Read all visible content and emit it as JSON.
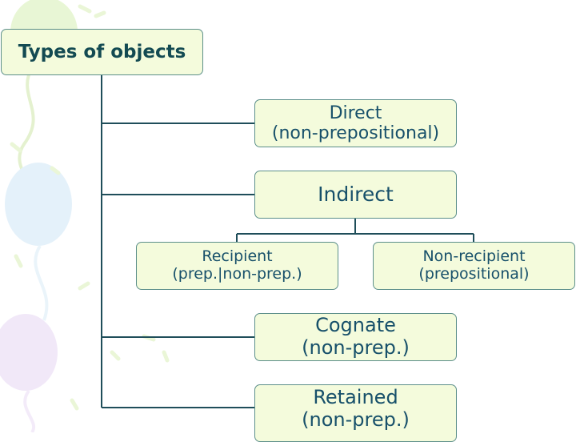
{
  "diagram": {
    "root": {
      "label": "Types of objects"
    },
    "direct": {
      "line1": "Direct",
      "line2": "(non-prepositional)"
    },
    "indirect": {
      "label": "Indirect"
    },
    "recipient": {
      "line1": "Recipient",
      "line2": "(prep.|non-prep.)"
    },
    "nonrecipient": {
      "line1": "Non-recipient",
      "line2": "(prepositional)"
    },
    "cognate": {
      "line1": "Cognate",
      "line2": "(non-prep.)"
    },
    "retained": {
      "line1": "Retained",
      "line2": "(non-prep.)"
    }
  },
  "colors": {
    "box_fill": "#f4fbdc",
    "box_border": "#5c8f8a",
    "text": "#17506a",
    "connector": "#1f4e5a"
  }
}
